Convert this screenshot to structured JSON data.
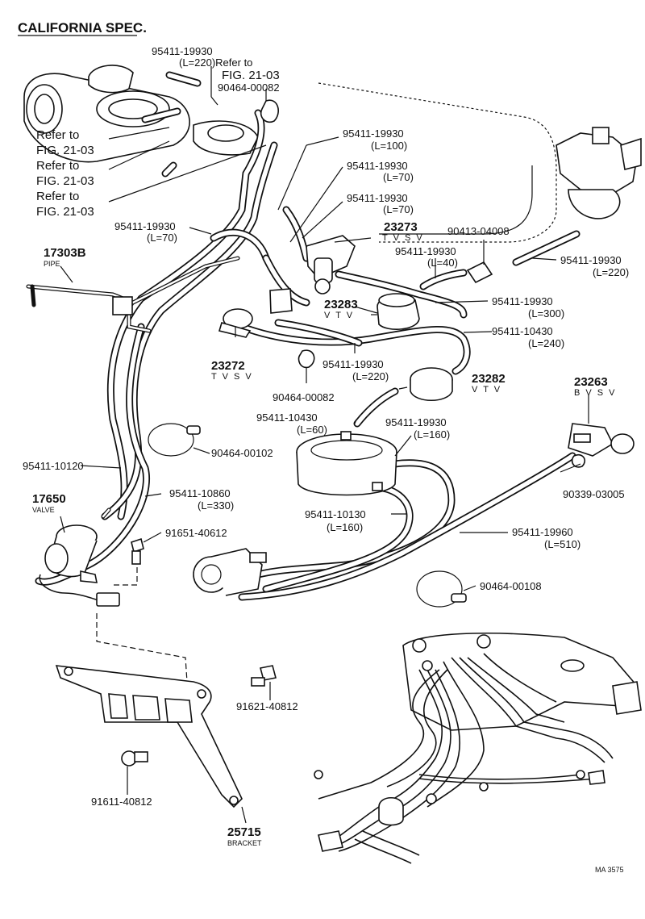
{
  "title": "CALIFORNIA SPEC.",
  "footer_code": "MA 3575",
  "labels": {
    "hose_95411_19930_l220_top": "95411-19930",
    "hose_95411_19930_l220_top_len": "(L=220)Refer to",
    "fig_ref_top": "FIG. 21-03",
    "clip_90464_00082_top": "90464-00082",
    "refer_to_1": "Refer to",
    "fig_1": "FIG. 21-03",
    "refer_to_2": "Refer to",
    "fig_2": "FIG. 21-03",
    "refer_to_3": "Refer to",
    "fig_3": "FIG. 21-03",
    "hose_l100": "95411-19930",
    "hose_l100_len": "(L=100)",
    "hose_l70_a": "95411-19930",
    "hose_l70_a_len": "(L=70)",
    "hose_l70_b": "95411-19930",
    "hose_l70_b_len": "(L=70)",
    "hose_l70_left": "95411-19930",
    "hose_l70_left_len": "(L=70)",
    "tvsv_23273": "23273",
    "tvsv_23273_sub": "T V S V",
    "clip_90413_04008": "90413-04008",
    "hose_l40": "95411-19930",
    "hose_l40_len": "(L=40)",
    "hose_l220_right": "95411-19930",
    "hose_l220_right_len": "(L=220)",
    "pipe_17303b": "17303B",
    "pipe_17303b_sub": "PIPE",
    "vtv_23283": "23283",
    "vtv_23283_sub": "V T V",
    "hose_l300": "95411-19930",
    "hose_l300_len": "(L=300)",
    "hose_10430_l240": "95411-10430",
    "hose_10430_l240_len": "(L=240)",
    "tvsv_23272": "23272",
    "tvsv_23272_sub": "T V S V",
    "hose_l220_mid": "95411-19930",
    "hose_l220_mid_len": "(L=220)",
    "vtv_23282": "23282",
    "vtv_23282_sub": "V T V",
    "clip_90464_00082_mid": "90464-00082",
    "bvsv_23263": "23263",
    "bvsv_23263_sub": "B V S V",
    "hose_10430_l60": "95411-10430",
    "hose_10430_l60_len": "(L=60)",
    "hose_l160_a": "95411-19930",
    "hose_l160_a_len": "(L=160)",
    "clip_90464_00102": "90464-00102",
    "clip_90339_03005": "90339-03005",
    "hose_10120": "95411-10120",
    "valve_17650": "17650",
    "valve_17650_sub": "VALVE",
    "hose_10860": "95411-10860",
    "hose_10860_len": "(L=330)",
    "hose_10130": "95411-10130",
    "hose_10130_len": "(L=160)",
    "bolt_91651_40612": "91651-40612",
    "hose_19960": "95411-19960",
    "hose_19960_len": "(L=510)",
    "clip_90464_00108": "90464-00108",
    "bolt_91621_40812": "91621-40812",
    "bolt_91611_40812": "91611-40812",
    "bracket_25715": "25715",
    "bracket_25715_sub": "BRACKET"
  }
}
